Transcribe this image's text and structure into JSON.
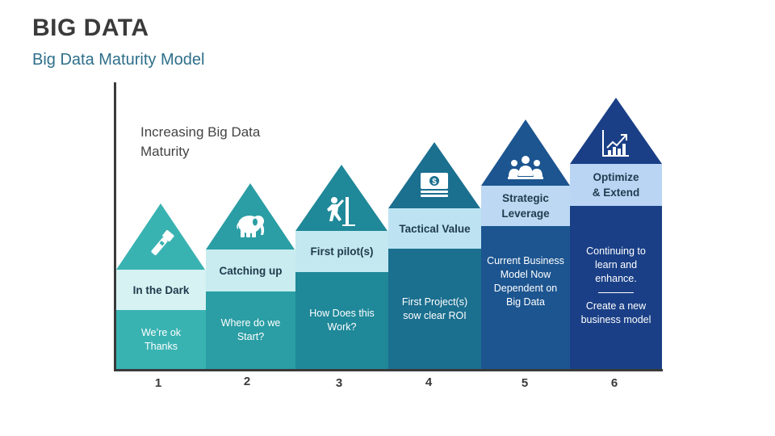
{
  "header": {
    "title": "BIG DATA",
    "subtitle": "Big Data Maturity Model"
  },
  "axis_note": "Increasing Big Data Maturity",
  "colors": {
    "step1": "#39b2b2",
    "step2": "#2a9ea4",
    "step3": "#1f8899",
    "step4": "#1b6f8f",
    "step5": "#1c5590",
    "step6": "#1a3f86",
    "band1": "#d6f2f2",
    "band2": "#c8ecef",
    "band3": "#c4e8ef",
    "band4": "#bde3f2",
    "band5": "#bcd8f2",
    "band6": "#bad4f4"
  },
  "steps": [
    {
      "number": "1",
      "label": "In the Dark",
      "description": "We’re ok Thanks",
      "icon": "flashlight-icon"
    },
    {
      "number": "2",
      "label": "Catching up",
      "description": "Where do we Start?",
      "icon": "elephant-icon"
    },
    {
      "number": "3",
      "label": "First pilot(s)",
      "description": "How Does this Work?",
      "icon": "climber-icon"
    },
    {
      "number": "4",
      "label": "Tactical Value",
      "description": "First Project(s) sow clear ROI",
      "icon": "money-stack-icon"
    },
    {
      "number": "5",
      "label": "Strategic Leverage",
      "description": "Current Business Model Now Dependent on Big Data",
      "icon": "team-icon"
    },
    {
      "number": "6",
      "label": "Optimize & Extend",
      "description": "Continuing to learn and enhance.",
      "description2": "Create a new business model",
      "icon": "growth-chart-icon"
    }
  ]
}
